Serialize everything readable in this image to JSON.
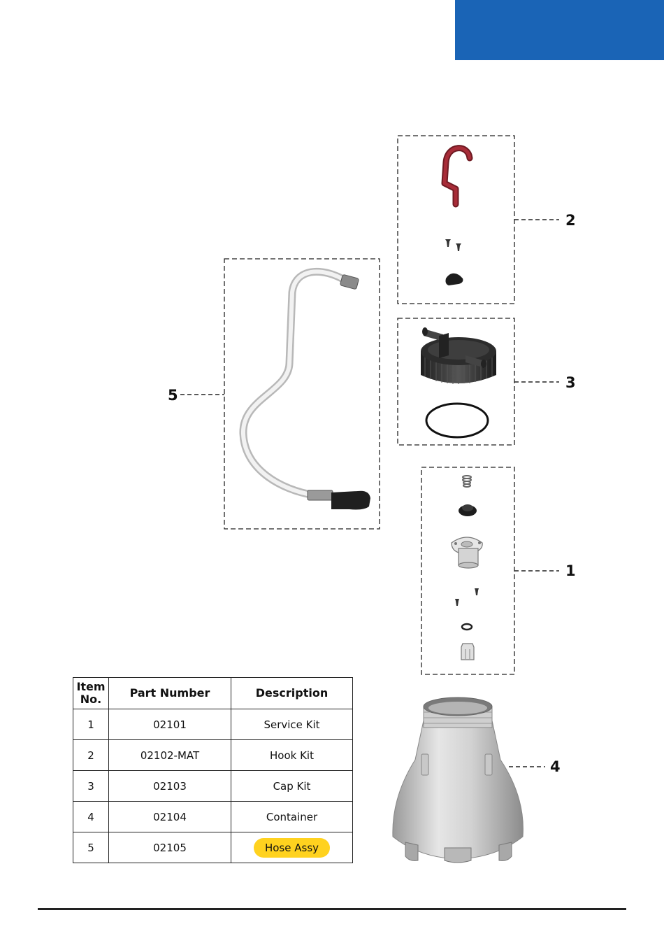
{
  "colors": {
    "accent_tab": "#1a64b6",
    "highlight": "#ffd21f"
  },
  "callouts": {
    "item_1": "1",
    "item_2": "2",
    "item_3": "3",
    "item_4": "4",
    "item_5": "5"
  },
  "parts_table": {
    "headers": {
      "item": "Item\nNo.",
      "part_number": "Part Number",
      "description": "Description"
    },
    "rows": [
      {
        "item": "1",
        "part_number": "02101",
        "description": "Service Kit"
      },
      {
        "item": "2",
        "part_number": "02102-MAT",
        "description": "Hook Kit"
      },
      {
        "item": "3",
        "part_number": "02103",
        "description": "Cap Kit"
      },
      {
        "item": "4",
        "part_number": "02104",
        "description": "Container"
      },
      {
        "item": "5",
        "part_number": "02105",
        "description": "Hose Assy",
        "highlighted": true
      }
    ]
  }
}
